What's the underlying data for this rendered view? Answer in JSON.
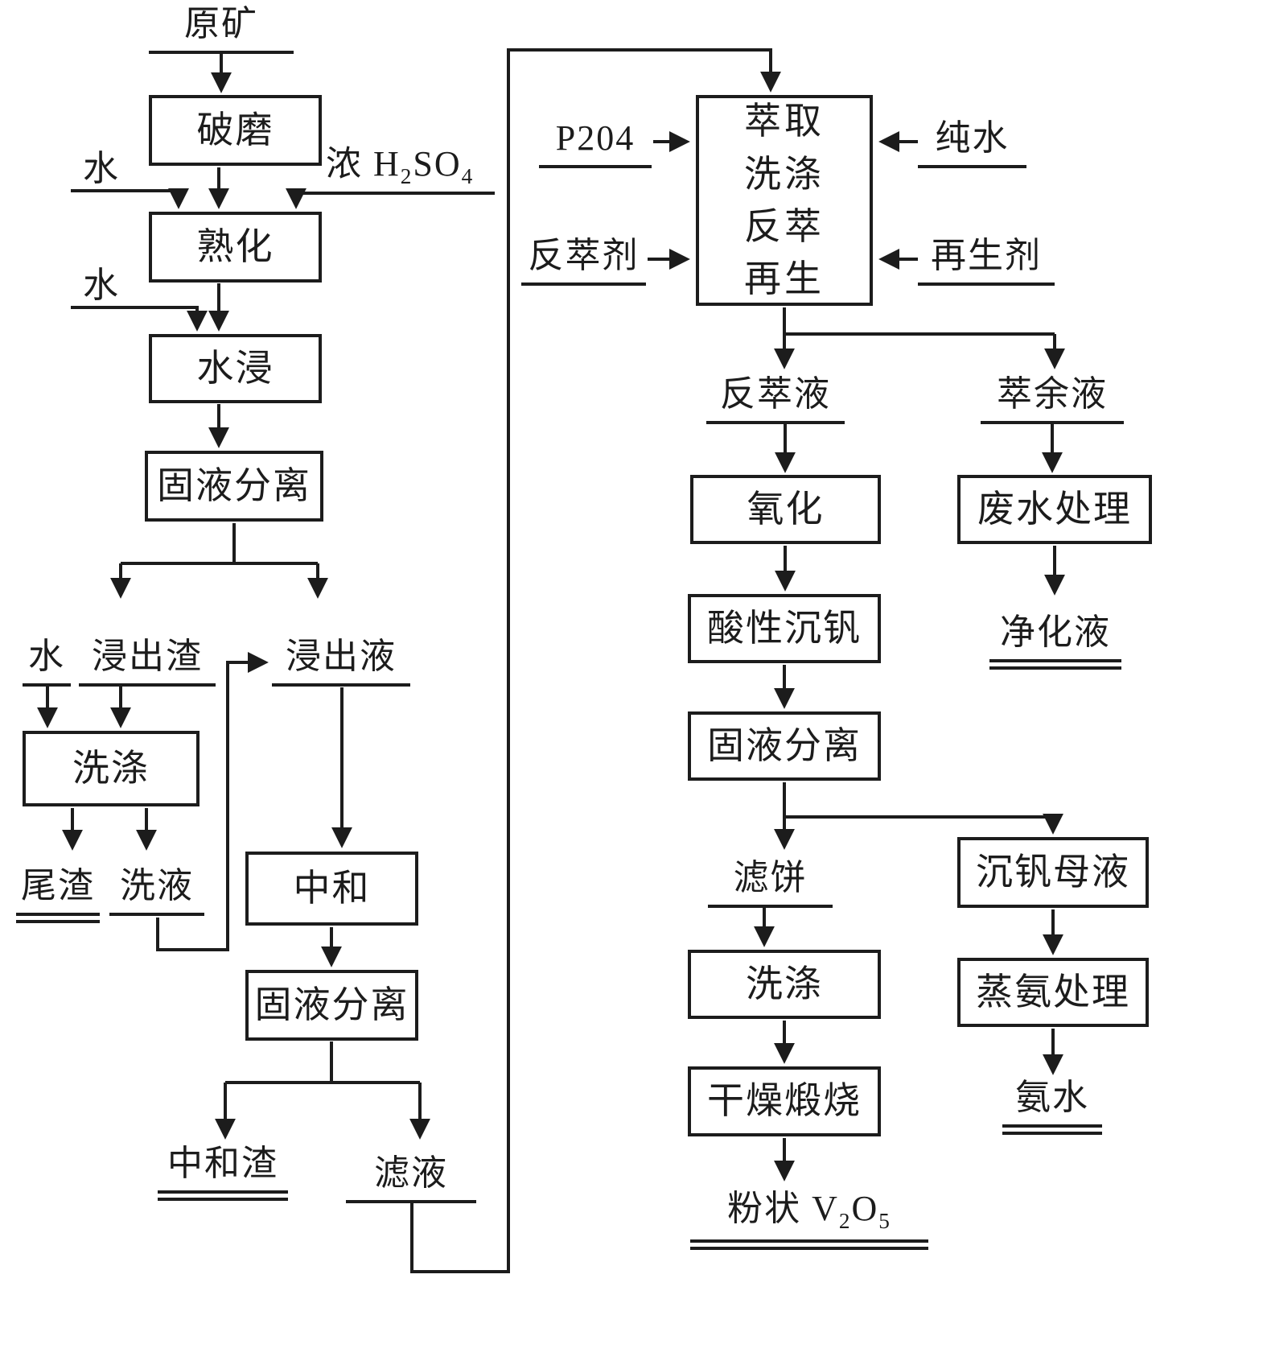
{
  "boxes": {
    "crushing": "破磨",
    "curing": "熟化",
    "water_leaching": "水浸",
    "solid_liquid_sep_1": "固液分离",
    "washing_1": "洗涤",
    "neutralization": "中和",
    "solid_liquid_sep_2": "固液分离",
    "extraction_lines": [
      "萃取",
      "洗涤",
      "反萃",
      "再生"
    ],
    "oxidation": "氧化",
    "acidic_v_precipitation": "酸性沉钒",
    "solid_liquid_sep_3": "固液分离",
    "wastewater_treatment": "废水处理",
    "v_precip_mother_liquor": "沉钒母液",
    "washing_2": "洗涤",
    "ammonia_distillation": "蒸氨处理",
    "drying_calcination": "干燥煅烧"
  },
  "labels": {
    "raw_ore": "原矿",
    "water_1": "水",
    "conc_h2so4": {
      "p1": "浓 H",
      "s1": "2",
      "p2": "SO",
      "s2": "4"
    },
    "water_2": "水",
    "water_3": "水",
    "leach_residue": "浸出渣",
    "leach_liquor": "浸出液",
    "tailings": "尾渣",
    "wash_liquor": "洗液",
    "neutralization_residue": "中和渣",
    "filtrate": "滤液",
    "p204": "P204",
    "pure_water": "纯水",
    "stripping_agent": "反萃剂",
    "regeneration_agent": "再生剂",
    "stripping_liquor": "反萃液",
    "raffinate": "萃余液",
    "purified_liquor": "净化液",
    "filter_cake": "滤饼",
    "ammonia_water": "氨水",
    "v2o5_powder": {
      "p1": "粉状 V",
      "s1": "2",
      "p2": "O",
      "s2": "5"
    }
  }
}
